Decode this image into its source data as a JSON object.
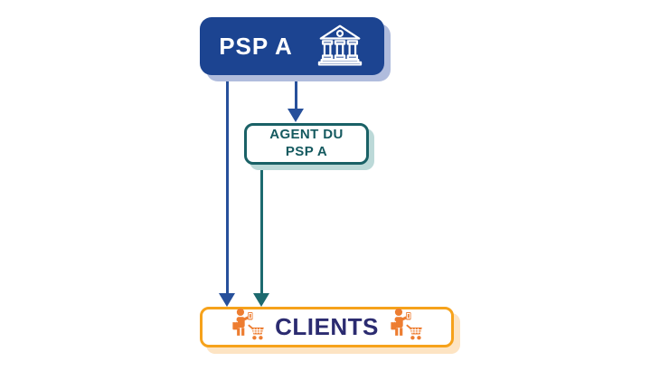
{
  "diagram": {
    "title": "PSP agent distribution diagram",
    "background": "#ffffff",
    "psp_a": {
      "label": "PSP A",
      "icon": "bank-icon",
      "fill_color": "#1c4491",
      "text_color": "#ffffff",
      "shadow_color": "#b0bcdd"
    },
    "agent": {
      "label_line1": "AGENT DU",
      "label_line2": "PSP A",
      "border_color": "#1a6166",
      "text_color": "#14595f",
      "shadow_color": "#bcd9d8"
    },
    "clients": {
      "label": "CLIENTS",
      "icon_left": "shopper-with-cart-icon",
      "icon_right": "shopper-with-cart-icon",
      "border_color": "#f6a21b",
      "text_color": "#2b2b70",
      "icon_color": "#ed7d31",
      "shadow_color": "#fde4c3"
    },
    "arrows": [
      {
        "from": "psp_a",
        "to": "clients",
        "color": "#27509b",
        "style": "straight-down"
      },
      {
        "from": "psp_a",
        "to": "agent",
        "color": "#27509b",
        "style": "straight-down"
      },
      {
        "from": "agent",
        "to": "clients",
        "color": "#1d6a6f",
        "style": "straight-down"
      }
    ]
  }
}
